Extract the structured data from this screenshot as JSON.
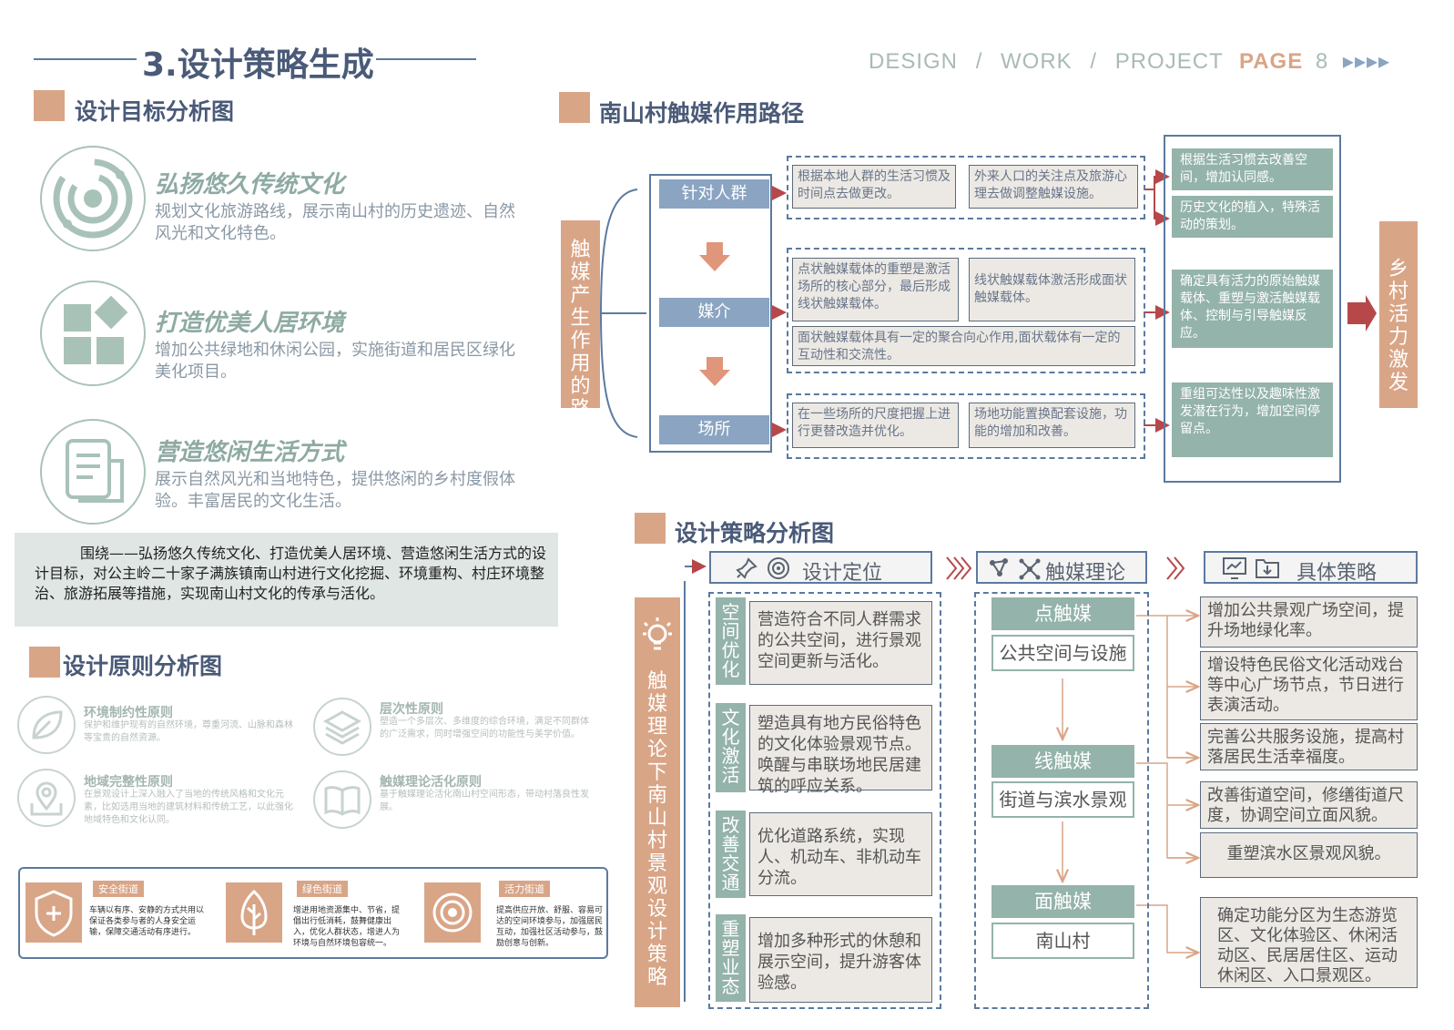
{
  "header": {
    "main_title": "3.设计策略生成",
    "nav_design": "DESIGN",
    "nav_sep1": "/",
    "nav_work": "WORK",
    "nav_sep2": "/",
    "nav_project": "PROJECT",
    "nav_page": "PAGE",
    "nav_num": "8",
    "nav_arrows": "▸▸▸▸"
  },
  "goals": {
    "title": "设计目标分析图",
    "items": [
      {
        "title": "弘扬悠久传统文化",
        "desc": "规划文化旅游路线，展示南山村的历史遗迹、自然风光和文化特色。"
      },
      {
        "title": "打造优美人居环境",
        "desc": "增加公共绿地和休闲公园，实施街道和居民区绿化美化项目。"
      },
      {
        "title": "营造悠闲生活方式",
        "desc": "展示自然风光和当地特色，提供悠闲的乡村度假体验。丰富居民的文化生活。"
      }
    ],
    "summary": "围绕——弘扬悠久传统文化、打造优美人居环境、营造悠闲生活方式的设计目标，对公主岭二十家子满族镇南山村进行文化挖掘、环境重构、村庄环境整治、旅游拓展等措施，实现南山村文化的传承与活化。"
  },
  "principles": {
    "title": "设计原则分析图",
    "items": [
      {
        "title": "环境制约性原则",
        "desc": "保护和维护现有的自然环境，尊重河流、山脉和森林等宝贵的自然资源。"
      },
      {
        "title": "层次性原则",
        "desc": "塑造一个多层次、多维度的综合环境，满足不同群体的广泛需求，同时增强空间的功能性与美学价值。"
      },
      {
        "title": "地域完整性原则",
        "desc": "在景观设计上深入融入了当地的传统风格和文化元素，比如选用当地的建筑材料和传统工艺，以此强化地域特色和文化认同。"
      },
      {
        "title": "触媒理论活化原则",
        "desc": "基于触媒理论活化南山村空间形态，带动村落良性发展。"
      }
    ],
    "streets": [
      {
        "tag": "安全街道",
        "desc": "车辆以有序、安静的方式共用以保证各类参与者的人身安全运输，保障交通活动有序进行。"
      },
      {
        "tag": "绿色街道",
        "desc": "增进用地资源集中、节省，提倡出行低消耗，鼓舞健康出入，优化人群状态，增进人为环境与自然环境包容统一。"
      },
      {
        "tag": "活力街道",
        "desc": "提高供应开放、舒服、容易可达的空间环境参与，加强居民互动，加强社区活动参与，鼓励创意与创新。"
      }
    ]
  },
  "catalyst": {
    "title": "南山村触媒作用路径",
    "left_label": "触媒产生作用的路径",
    "right_label": "乡村活力激发",
    "stages": [
      "针对人群",
      "媒介",
      "场所"
    ],
    "row1": [
      "根据本地人群的生活习惯及时间点去做更改。",
      "外来人口的关注点及旅游心理去做调整触媒设施。"
    ],
    "row2": [
      "点状触媒载体的重塑是激活场所的核心部分，最后形成线状触媒载体。",
      "线状触媒载体激活形成面状触媒载体。",
      "面状触媒载体具有一定的聚合向心作用,面状载体有一定的互动性和交流性。"
    ],
    "row3": [
      "在一些场所的尺度把握上进行更替改造并优化。",
      "场地功能置换配套设施，功能的增加和改善。"
    ],
    "results": [
      "根据生活习惯去改善空间，增加认同感。",
      "历史文化的植入，特殊活动的策划。",
      "确定具有活力的原始触媒载体、重塑与激活触媒载体、控制与引导触媒反应。",
      "重组可达性以及趣味性激发潜在行为，增加空间停留点。"
    ]
  },
  "strategy": {
    "title": "设计策略分析图",
    "left_label": "触媒理论下南山村景观设计策略",
    "col1_head": "设计定位",
    "col2_head": "触媒理论",
    "col3_head": "具体策略",
    "positions": [
      {
        "label": "空间优化",
        "text": "营造符合不同人群需求的公共空间，进行景观空间更新与活化。"
      },
      {
        "label": "文化激活",
        "text": "塑造具有地方民俗特色的文化体验景观节点。唤醒与串联场地民居建筑的呼应关系。"
      },
      {
        "label": "改善交通",
        "text": "优化道路系统，实现人、机动车、非机动车分流。"
      },
      {
        "label": "重塑业态",
        "text": "增加多种形式的休憩和展示空间，提升游客体验感。"
      }
    ],
    "nodes": [
      {
        "name": "点触媒",
        "sub": "公共空间与设施"
      },
      {
        "name": "线触媒",
        "sub": "街道与滨水景观"
      },
      {
        "name": "面触媒",
        "sub": "南山村"
      }
    ],
    "policies": [
      "增加公共景观广场空间，提升场地绿化率。",
      "增设特色民俗文化活动戏台等中心广场节点，节日进行表演活动。",
      "完善公共服务设施，提高村落居民生活幸福度。",
      "改善街道空间，修缮街道尺度，协调空间立面风貌。",
      "重塑滨水区景观风貌。",
      "确定功能分区为生态游览区、文化体验区、休闲活动区、民居居住区、运动休闲区、入口景观区。"
    ]
  }
}
